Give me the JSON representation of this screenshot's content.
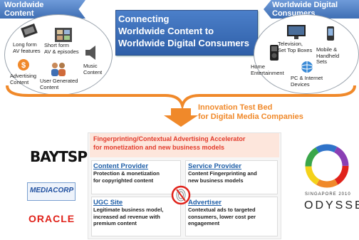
{
  "left_ribbon": {
    "line1": "Worldwide",
    "line2": "Content"
  },
  "right_ribbon": {
    "line1": "Worldwide Digital",
    "line2": "Consumers"
  },
  "title": {
    "line1": "Connecting",
    "line2": "Worldwide Content to",
    "line3": "Worldwide Digital Consumers"
  },
  "content_items": {
    "long_form": [
      "Long form",
      "AV features"
    ],
    "short_form": [
      "Short form",
      "AV & episodes"
    ],
    "music": [
      "Music",
      "Content"
    ],
    "advertising": [
      "Advertising",
      "Content"
    ],
    "ugc": [
      "User Generated",
      "Content"
    ]
  },
  "consumer_items": {
    "tv": [
      "Television,",
      "Set Top Boxes"
    ],
    "mobile": [
      "Mobile &",
      "Handheld",
      "Sets"
    ],
    "home": [
      "Home",
      "Entertainment"
    ],
    "pc": [
      "PC & Internet",
      "Devices"
    ]
  },
  "innovation": {
    "line1": "Innovation Test Bed",
    "line2": "for Digital Media Companies"
  },
  "accelerator": {
    "line1": "Fingerprinting/Contextual Advertising Accelerator",
    "line2": "for monetization and new business  models"
  },
  "cards": {
    "content_provider": {
      "title": "Content Provider",
      "body": [
        "Protection & monetization",
        "for copyrighted content"
      ]
    },
    "service_provider": {
      "title": "Service Provider",
      "body": [
        "Content Fingerprinting and",
        "new business models"
      ]
    },
    "ugc_site": {
      "title": "UGC Site",
      "body": [
        "Legitimate business model,",
        "increased ad revenue with",
        "premium content"
      ]
    },
    "advertiser": {
      "title": "Advertiser",
      "body": [
        "Contextual ads to targeted",
        "consumers, lower cost per",
        "engagement"
      ]
    }
  },
  "logos": {
    "baytsp": "BAYTSP",
    "mediacorp": "MEDIACORP",
    "oracle": "ORACLE",
    "singapore": "SINGAPORE 2010",
    "odyssey": "ODYSSEY"
  },
  "colors": {
    "accent_blue": "#3f6fb4",
    "orange": "#f0892a",
    "red_title": "#e23b2b",
    "card_title": "#1f5fa8"
  }
}
